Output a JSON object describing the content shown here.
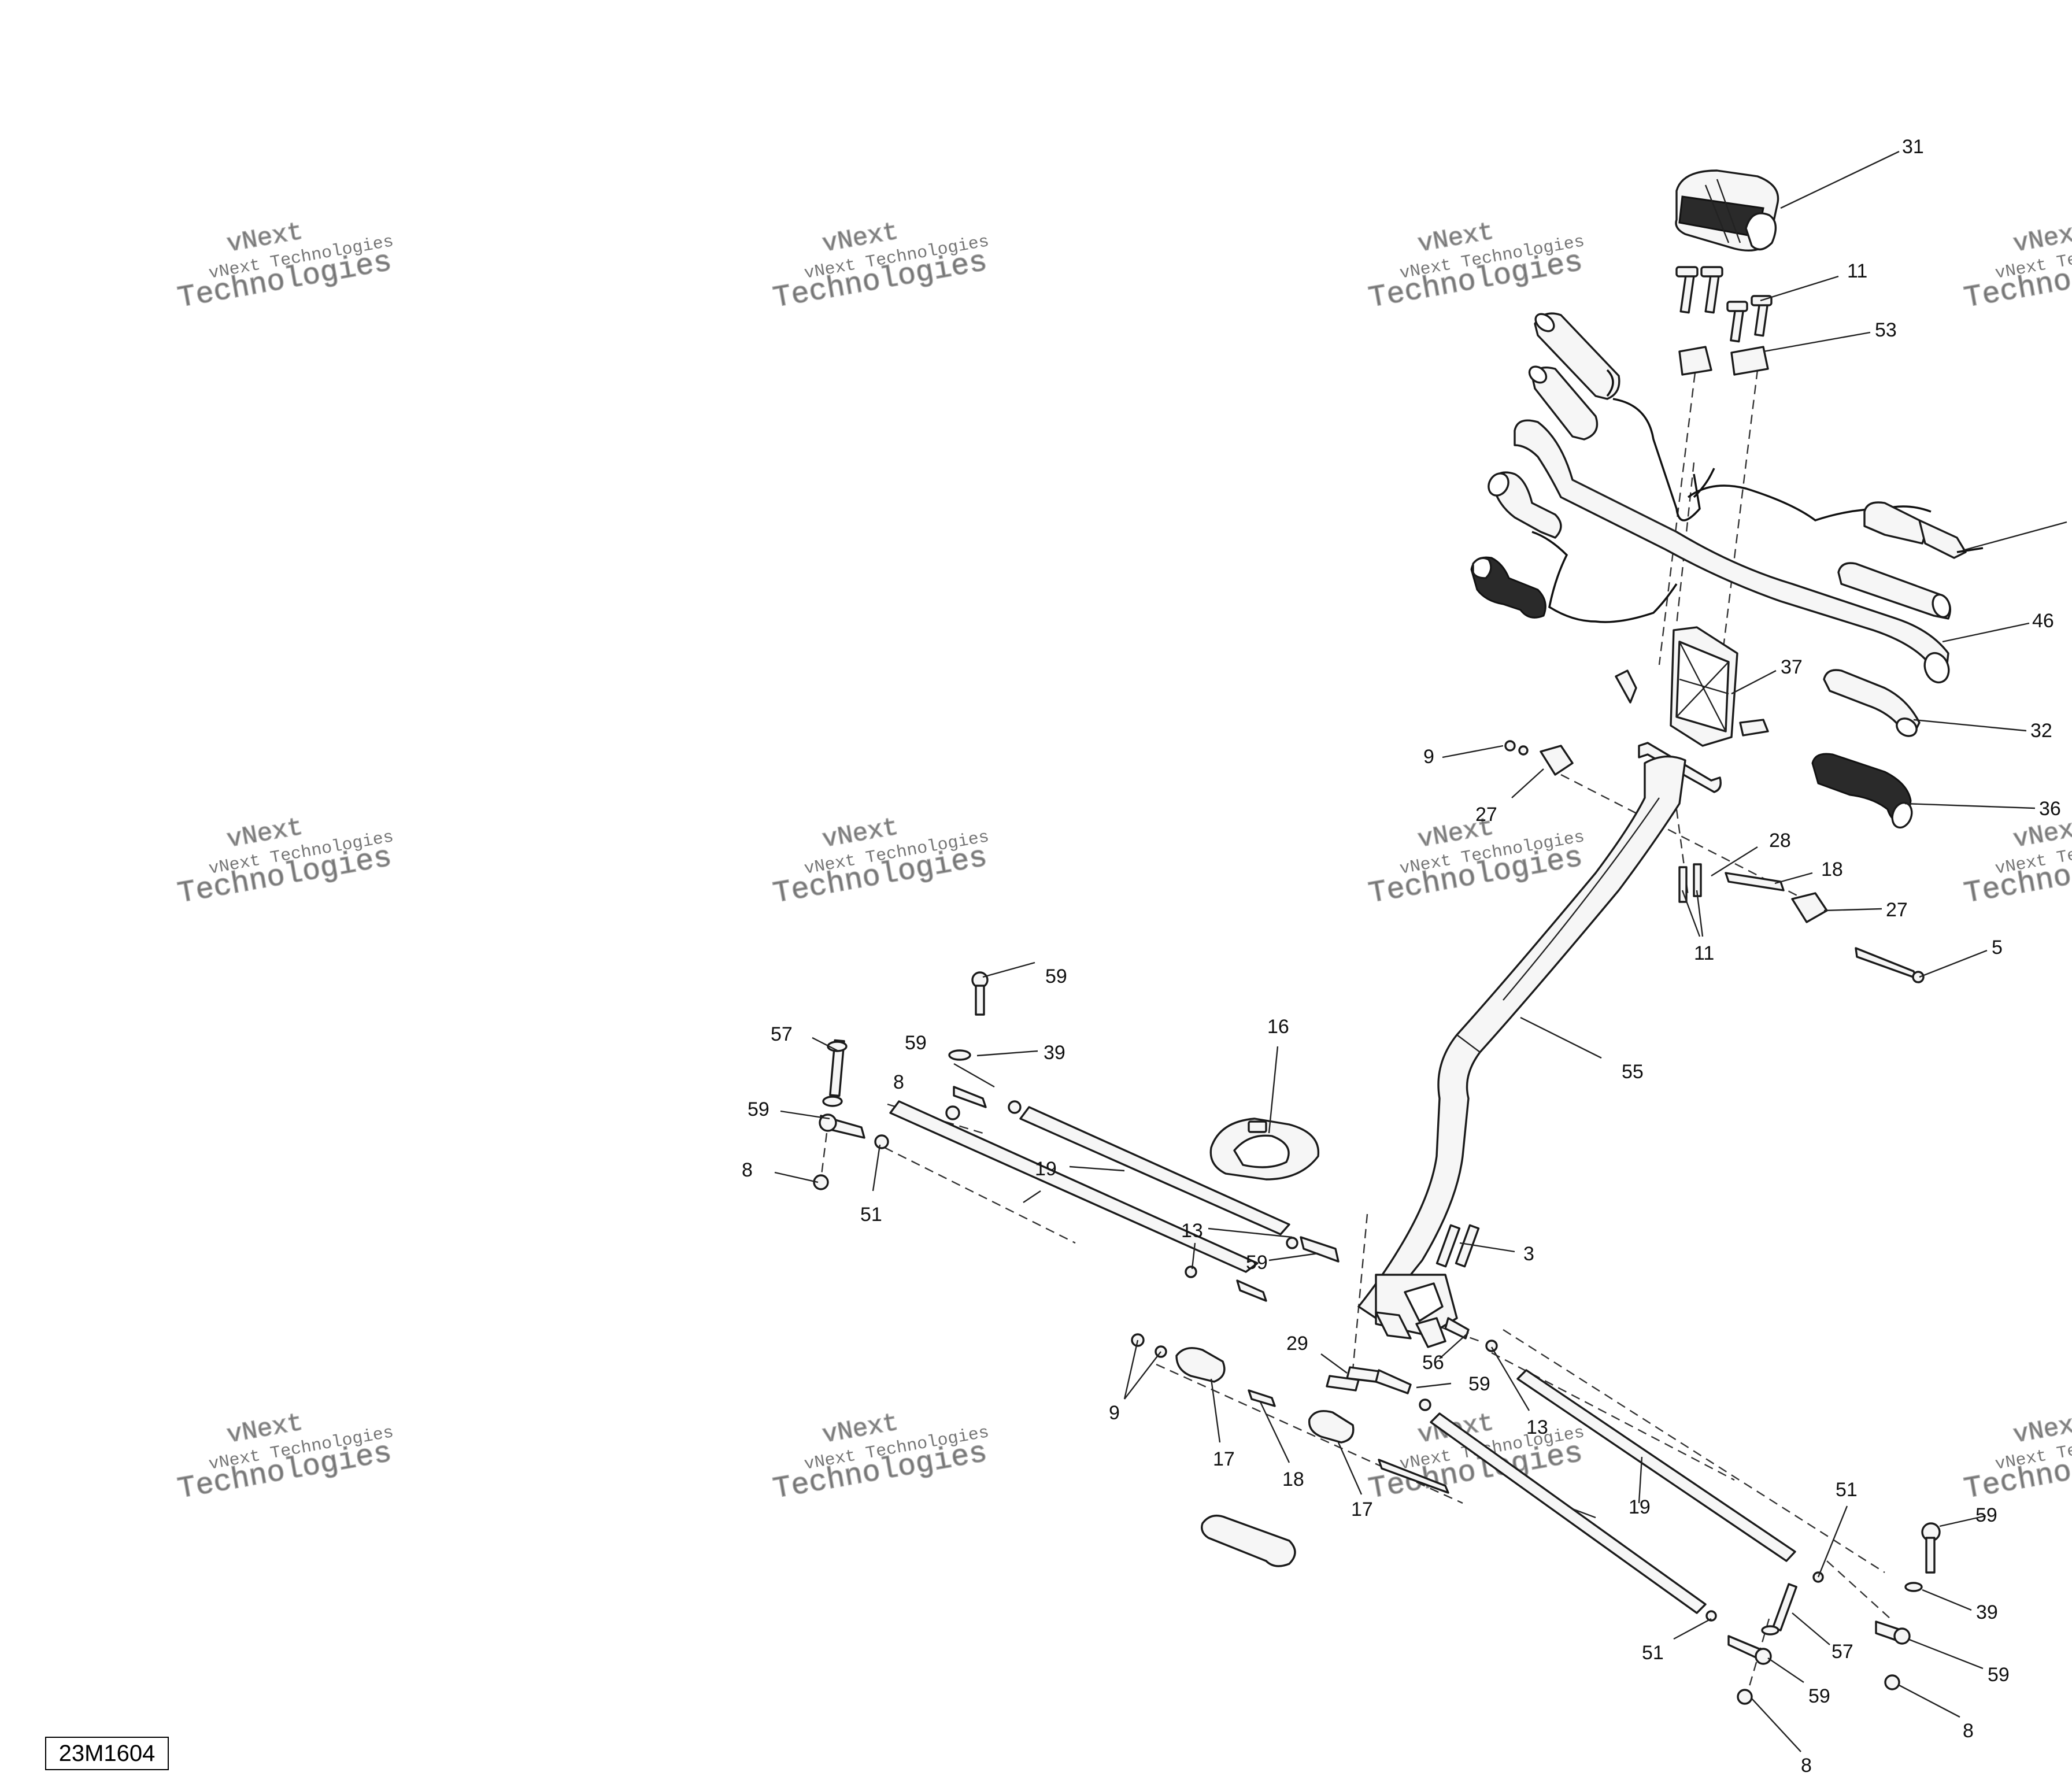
{
  "diagram_id": "23M1604",
  "watermark": {
    "text_small": "vNext Technologies",
    "text_large_1": "vNext",
    "text_large_2": "Technologies"
  },
  "callouts": [
    {
      "id": "c31a",
      "label": "31"
    },
    {
      "id": "c11a",
      "label": "11"
    },
    {
      "id": "c53",
      "label": "53"
    },
    {
      "id": "c46",
      "label": "46"
    },
    {
      "id": "c37",
      "label": "37"
    },
    {
      "id": "c32",
      "label": "32"
    },
    {
      "id": "c36",
      "label": "36"
    },
    {
      "id": "c9a",
      "label": "9"
    },
    {
      "id": "c27a",
      "label": "27"
    },
    {
      "id": "c28",
      "label": "28"
    },
    {
      "id": "c18a",
      "label": "18"
    },
    {
      "id": "c27b",
      "label": "27"
    },
    {
      "id": "c11b",
      "label": "11"
    },
    {
      "id": "c5",
      "label": "5"
    },
    {
      "id": "c55",
      "label": "55"
    },
    {
      "id": "c59a",
      "label": "59"
    },
    {
      "id": "c57a",
      "label": "57"
    },
    {
      "id": "c59b",
      "label": "59"
    },
    {
      "id": "c39a",
      "label": "39"
    },
    {
      "id": "c8a",
      "label": "8"
    },
    {
      "id": "c59c",
      "label": "59"
    },
    {
      "id": "c8b",
      "label": "8"
    },
    {
      "id": "c51a",
      "label": "51"
    },
    {
      "id": "c16",
      "label": "16"
    },
    {
      "id": "c19a",
      "label": "19"
    },
    {
      "id": "c13a",
      "label": "13"
    },
    {
      "id": "c59d",
      "label": "59"
    },
    {
      "id": "c3",
      "label": "3"
    },
    {
      "id": "c29",
      "label": "29"
    },
    {
      "id": "c56",
      "label": "56"
    },
    {
      "id": "c59e",
      "label": "59"
    },
    {
      "id": "c13b",
      "label": "13"
    },
    {
      "id": "c9b",
      "label": "9"
    },
    {
      "id": "c17a",
      "label": "17"
    },
    {
      "id": "c18b",
      "label": "18"
    },
    {
      "id": "c17b",
      "label": "17"
    },
    {
      "id": "c19b",
      "label": "19"
    },
    {
      "id": "c51b",
      "label": "51"
    },
    {
      "id": "c59f",
      "label": "59"
    },
    {
      "id": "c39b",
      "label": "39"
    },
    {
      "id": "c51c",
      "label": "51"
    },
    {
      "id": "c57b",
      "label": "57"
    },
    {
      "id": "c59g",
      "label": "59"
    },
    {
      "id": "c59h",
      "label": "59"
    },
    {
      "id": "c8c",
      "label": "8"
    },
    {
      "id": "c8d",
      "label": "8"
    }
  ]
}
